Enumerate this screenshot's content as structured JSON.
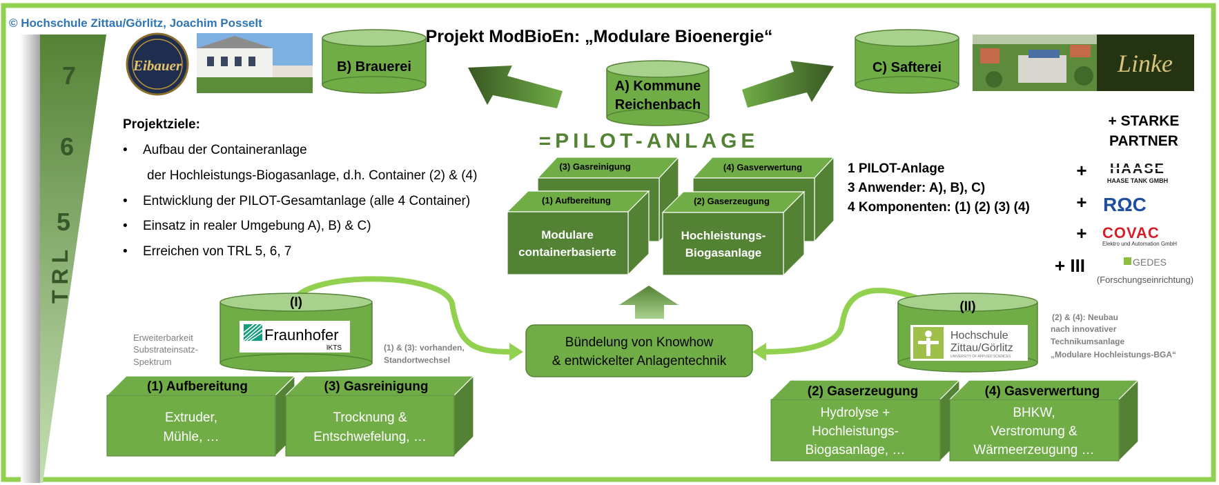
{
  "copyright": "© Hochschule Zittau/Görlitz, Joachim Posselt",
  "title": "Projekt ModBioEn: „Modulare Bioenergie“",
  "trl": {
    "label": "TRL",
    "levels": [
      "7",
      "6",
      "5"
    ]
  },
  "partners_top": {
    "b": "B) Brauerei",
    "a_line1": "A) Kommune",
    "a_line2": "Reichenbach",
    "c": "C) Safterei",
    "eibauer_logo": "Eibauer",
    "linke_logo": "Linke"
  },
  "pilot_title": "=PILOT-ANLAGE",
  "goals": {
    "heading": "Projektziele:",
    "items": [
      "Aufbau der Containeranlage",
      "der Hochleistungs-Biogasanlage, d.h. Container (2) & (4)",
      "Entwicklung der PILOT-Gesamtanlage (alle 4 Container)",
      "Einsatz in realer Umgebung A), B) & C)",
      "Erreichen von TRL 5, 6, 7"
    ],
    "bullet": "•"
  },
  "pilot_modules": {
    "back_left": "(3) Gasreinigung",
    "back_right": "(4) Gasverwertung",
    "front_left_label": "(1) Aufbereitung",
    "front_left_body_1": "Modulare",
    "front_left_body_2": "containerbasierte",
    "front_right_label": "(2) Gaserzeugung",
    "front_right_body_1": "Hochleistungs-",
    "front_right_body_2": "Biogasanlage"
  },
  "pilot_info": [
    "1 PILOT-Anlage",
    "3 Anwender: A), B), C)",
    "4 Komponenten: (1) (2) (3) (4)"
  ],
  "strong_partners": {
    "heading_1": "+ STARKE",
    "heading_2": "PARTNER",
    "plus": "+",
    "plus_iii": "+ III",
    "haase": "HAASE",
    "haase_sub": "HAASE TANK GMBH",
    "roc": "RΩC",
    "covac": "COVAC",
    "covac_sub": "Elektro und Automation GmbH",
    "gedes": "GEDES",
    "gedes_sub": "(Forschungseinrichtung)"
  },
  "left_partner": {
    "label": "(I)",
    "logo": "Fraunhofer",
    "logo_sub": "IKTS",
    "note": [
      "Erweiterbarkeit",
      "Substrateinsatz-",
      "Spektrum"
    ],
    "transfer_note": [
      "(1) & (3): vorhanden,",
      "Standortwechsel"
    ]
  },
  "right_partner": {
    "label": "(II)",
    "logo_1": "Hochschule",
    "logo_2": "Zittau/Görlitz",
    "logo_sub": "UNIVERSITY OF APPLIED SCIENCES",
    "note": [
      "(2) & (4): Neubau",
      "nach innovativer",
      "Technikumsanlage",
      "„Modulare Hochleistungs-BGA“"
    ]
  },
  "center_box": [
    "Bündelung von Knowhow",
    "& entwickelter Anlagentechnik"
  ],
  "bottom_left_boxes": [
    {
      "title": "(1) Aufbereitung",
      "body": [
        "Extruder,",
        "Mühle, …"
      ]
    },
    {
      "title": "(3) Gasreinigung",
      "body": [
        "Trocknung &",
        "Entschwefelung, …"
      ]
    }
  ],
  "bottom_right_boxes": [
    {
      "title": "(2) Gaserzeugung",
      "body": [
        "Hydrolyse +",
        "Hochleistungs-",
        "Biogasanlage, …"
      ]
    },
    {
      "title": "(4) Gasverwertung",
      "body": [
        "BHKW,",
        "Verstromung &",
        "Wärmeerzeugung …"
      ]
    }
  ],
  "colors": {
    "green_main": "#70ad47",
    "green_dark": "#548235",
    "green_light": "#92d050",
    "copyright": "#2e75b6"
  }
}
